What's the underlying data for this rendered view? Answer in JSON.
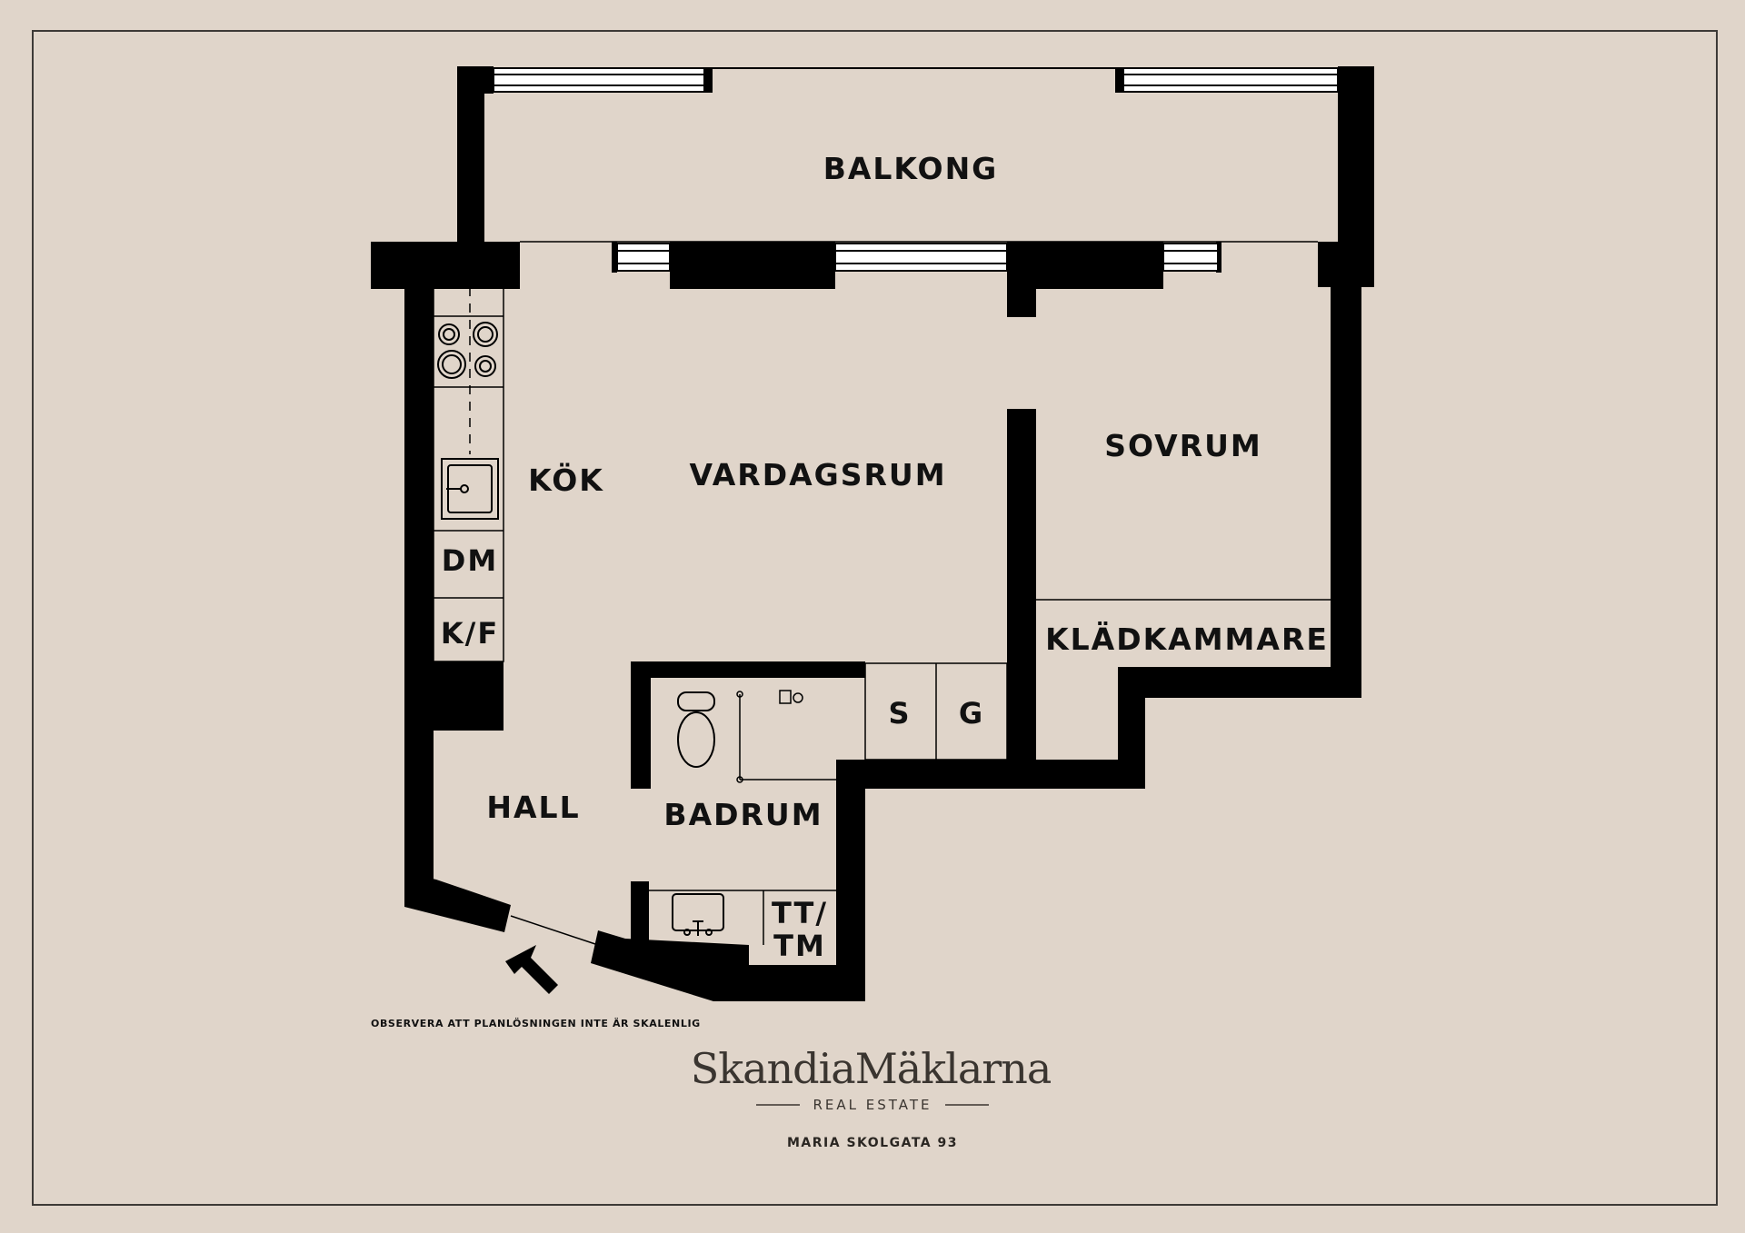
{
  "rooms": {
    "balkong": "BALKONG",
    "kok": "KÖK",
    "vardagsrum": "VARDAGSRUM",
    "sovrum": "SOVRUM",
    "kladkammare": "KLÄDKAMMARE",
    "hall": "HALL",
    "badrum": "BADRUM"
  },
  "fixtures": {
    "dishwasher": "DM",
    "fridge_freezer": "K/F",
    "storage_s": "S",
    "storage_g": "G",
    "washer_dryer_line1": "TT/",
    "washer_dryer_line2": "TM"
  },
  "note": "OBSERVERA ATT PLANLÖSNINGEN INTE ÄR SKALENLIG",
  "brand": {
    "name": "SkandiaMäklarna",
    "tagline": "REAL ESTATE"
  },
  "address": "MARIA SKOLGATA 93",
  "colors": {
    "background": "#e0d5ca",
    "wall": "#000000",
    "frame": "#3d3a37"
  }
}
